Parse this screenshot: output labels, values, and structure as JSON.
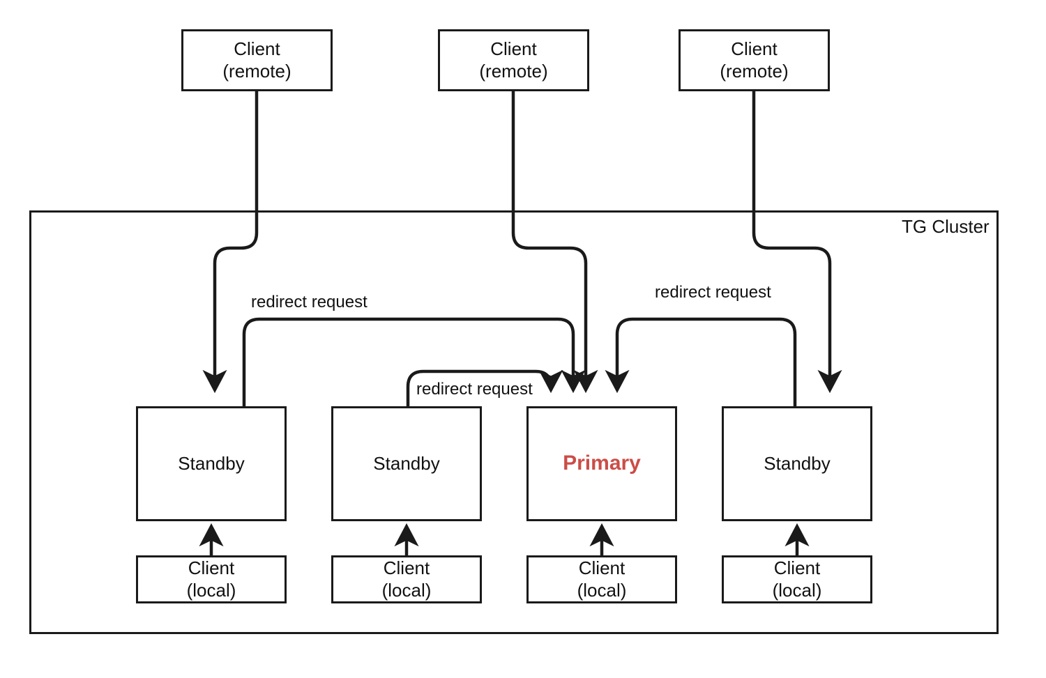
{
  "diagram": {
    "cluster": {
      "title": "TG Cluster"
    },
    "remote_clients": [
      {
        "id": "remote-client-1",
        "label": "Client\n(remote)"
      },
      {
        "id": "remote-client-2",
        "label": "Client\n(remote)"
      },
      {
        "id": "remote-client-3",
        "label": "Client\n(remote)"
      }
    ],
    "nodes": [
      {
        "id": "node-standby-1",
        "label": "Standby",
        "role": "standby"
      },
      {
        "id": "node-standby-2",
        "label": "Standby",
        "role": "standby"
      },
      {
        "id": "node-primary",
        "label": "Primary",
        "role": "primary"
      },
      {
        "id": "node-standby-3",
        "label": "Standby",
        "role": "standby"
      }
    ],
    "local_clients": [
      {
        "id": "local-client-1",
        "label": "Client\n(local)"
      },
      {
        "id": "local-client-2",
        "label": "Client\n(local)"
      },
      {
        "id": "local-client-3",
        "label": "Client\n(local)"
      },
      {
        "id": "local-client-4",
        "label": "Client\n(local)"
      }
    ],
    "edge_labels": [
      {
        "id": "redirect-label-left",
        "text": "redirect request"
      },
      {
        "id": "redirect-label-middle",
        "text": "redirect request"
      },
      {
        "id": "redirect-label-right",
        "text": "redirect request"
      }
    ],
    "colors": {
      "primary_text": "#cb4d47",
      "stroke": "#1a1a1a",
      "background": "#ffffff"
    }
  }
}
